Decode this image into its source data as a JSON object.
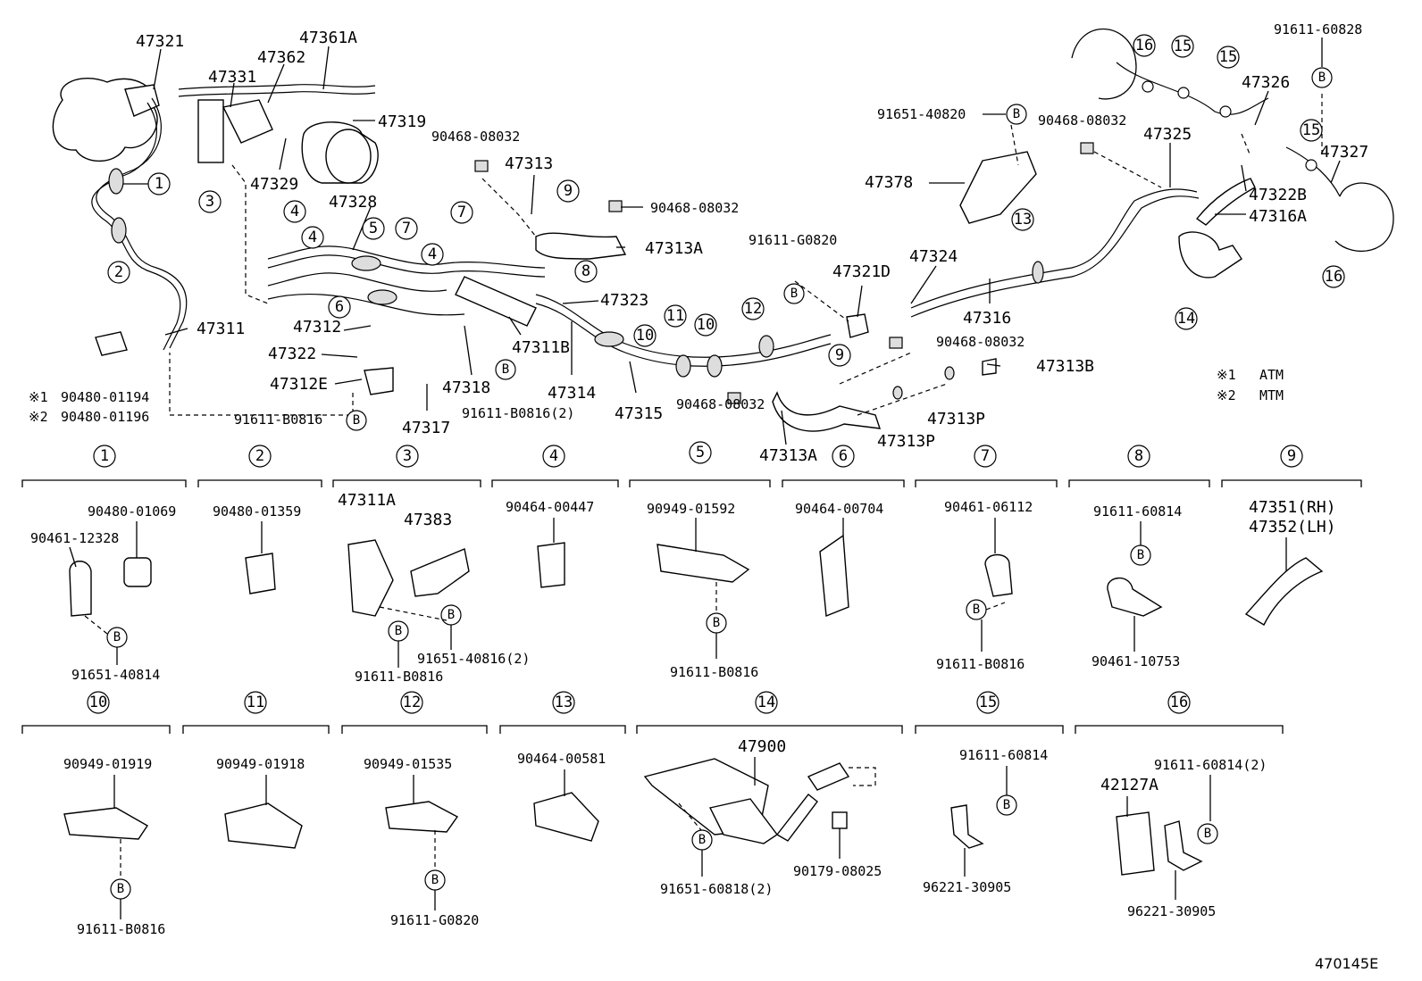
{
  "callouts": {
    "p47321": "47321",
    "p47331": "47331",
    "p47362": "47362",
    "p47361A": "47361A",
    "p47319": "47319",
    "p47329": "47329",
    "p47328": "47328",
    "p47312": "47312",
    "p47311": "47311",
    "p47322": "47322",
    "p47312E": "47312E",
    "p47317": "47317",
    "p47318": "47318",
    "p47311B": "47311B",
    "p47314": "47314",
    "p47315": "47315",
    "p47313": "47313",
    "p47313A_top": "47313A",
    "p47323": "47323",
    "p47313A_bot": "47313A",
    "p47313P_a": "47313P",
    "p47313P_b": "47313P",
    "p47313B": "47313B",
    "p47321D": "47321D",
    "p47324": "47324",
    "p47316": "47316",
    "p47378": "47378",
    "p47325": "47325",
    "p47326": "47326",
    "p47327": "47327",
    "p47322B": "47322B",
    "p47316A": "47316A",
    "c90468_1": "90468-08032",
    "c90468_2": "90468-08032",
    "c90468_3": "90468-08032",
    "c90468_4": "90468-08032",
    "c90468_5": "90468-08032",
    "c91611_G0820": "91611-G0820",
    "c91611_B0816_2": "91611-B0816(2)",
    "c91611_B0816": "91611-B0816",
    "c91651_40820": "91651-40820",
    "c91611_60828": "91611-60828",
    "c90480_01194": "90480-01194",
    "c90480_01196": "90480-01196"
  },
  "notes": {
    "n1_mark": "※1",
    "n2_mark": "※2",
    "legend1_mark": "※1",
    "legend1_text": "ATM",
    "legend2_mark": "※2",
    "legend2_text": "MTM"
  },
  "numbers": [
    "1",
    "2",
    "3",
    "4",
    "5",
    "6",
    "7",
    "8",
    "9",
    "10",
    "11",
    "12",
    "13",
    "14",
    "15",
    "16"
  ],
  "b_marker": "B",
  "panels": {
    "p1": {
      "a": "90480-01069",
      "b": "90461-12328",
      "c": "91651-40814"
    },
    "p2": {
      "a": "90480-01359"
    },
    "p3": {
      "a": "47311A",
      "b": "47383",
      "c": "91651-40816(2)",
      "d": "91611-B0816"
    },
    "p4": {
      "a": "90464-00447"
    },
    "p5": {
      "a": "90949-01592",
      "b": "91611-B0816"
    },
    "p6": {
      "a": "90464-00704"
    },
    "p7": {
      "a": "90461-06112",
      "b": "91611-B0816"
    },
    "p8": {
      "a": "91611-60814",
      "b": "90461-10753"
    },
    "p9": {
      "a": "47351(RH)",
      "b": "47352(LH)"
    },
    "p10": {
      "a": "90949-01919",
      "b": "91611-B0816"
    },
    "p11": {
      "a": "90949-01918"
    },
    "p12": {
      "a": "90949-01535",
      "b": "91611-G0820"
    },
    "p13": {
      "a": "90464-00581"
    },
    "p14": {
      "a": "47900",
      "b": "91651-60818(2)",
      "c": "90179-08025"
    },
    "p15": {
      "a": "91611-60814",
      "b": "96221-30905"
    },
    "p16": {
      "a": "42127A",
      "b": "91611-60814(2)",
      "c": "96221-30905"
    }
  },
  "reference": "470145E"
}
